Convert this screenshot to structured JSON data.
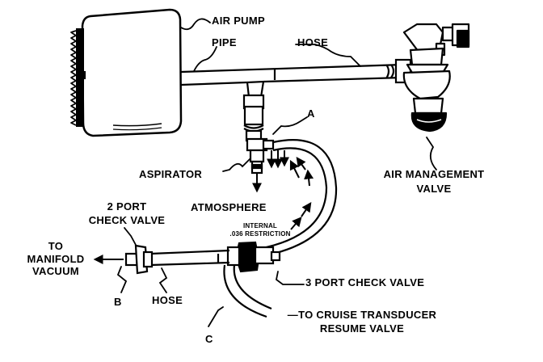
{
  "labels": {
    "air_pump": "AIR PUMP",
    "pipe": "PIPE",
    "hose_top": "HOSE",
    "point_a": "A",
    "aspirator": "ASPIRATOR",
    "atmosphere": "ATMOSPHERE",
    "air_management_valve_line1": "AIR MANAGEMENT",
    "air_management_valve_line2": "VALVE",
    "two_port_check_valve_line1": "2 PORT",
    "two_port_check_valve_line2": "CHECK VALVE",
    "internal_restriction_line1": "INTERNAL",
    "internal_restriction_line2": ".036 RESTRICTION",
    "to_manifold_vacuum_line1": "TO",
    "to_manifold_vacuum_line2": "MANIFOLD",
    "to_manifold_vacuum_line3": "VACUUM",
    "point_b": "B",
    "hose_bottom": "HOSE",
    "three_port_check_valve": "3 PORT CHECK VALVE",
    "cruise_transducer_line1": "—TO CRUISE TRANSDUCER",
    "cruise_transducer_line2": "RESUME VALVE",
    "point_c": "C"
  },
  "colors": {
    "ink": "#000000",
    "paper": "#ffffff"
  }
}
